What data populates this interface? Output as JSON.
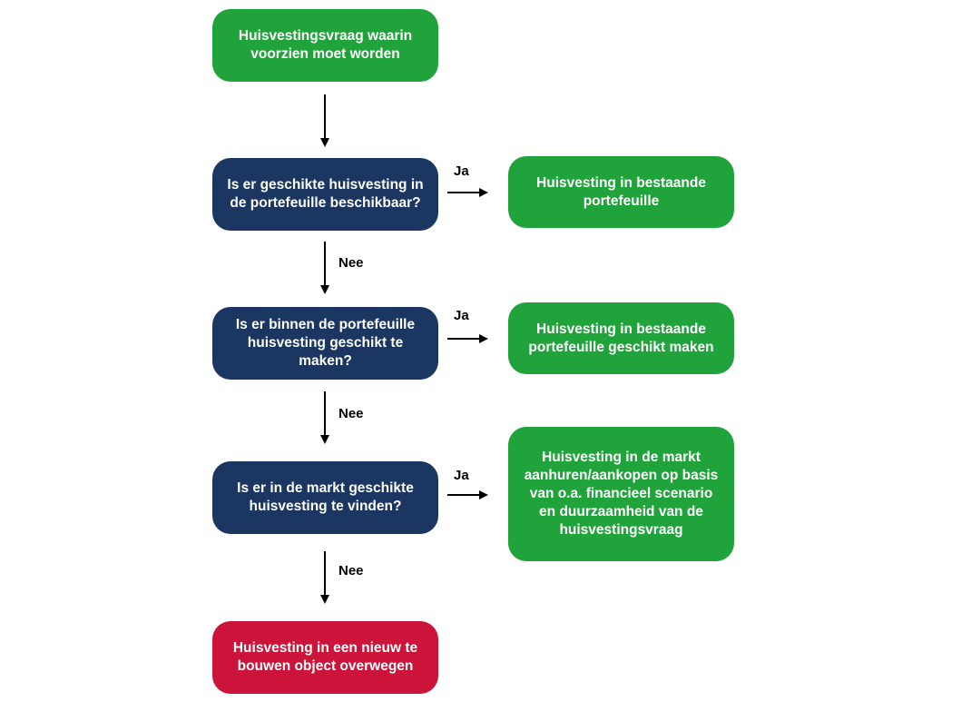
{
  "colors": {
    "outcome": "#21a33b",
    "question": "#1b3661",
    "final": "#cc1339"
  },
  "nodes": {
    "start": "Huisvestingsvraag waarin voorzien moet worden",
    "q1": "Is er geschikte huisvesting in de portefeuille beschikbaar?",
    "a1": "Huisvesting in bestaande portefeuille",
    "q2": "Is er binnen de portefeuille huisvesting geschikt te maken?",
    "a2": "Huisvesting in bestaande portefeuille geschikt maken",
    "q3": "Is er in de markt geschikte huisvesting te vinden?",
    "a3": "Huisvesting in de markt aanhuren/aankopen op basis van o.a. financieel scenario en duurzaamheid van de huisvestingsvraag",
    "end": "Huisvesting in een nieuw te bouwen object overwegen"
  },
  "edges": {
    "yes": "Ja",
    "no": "Nee"
  }
}
